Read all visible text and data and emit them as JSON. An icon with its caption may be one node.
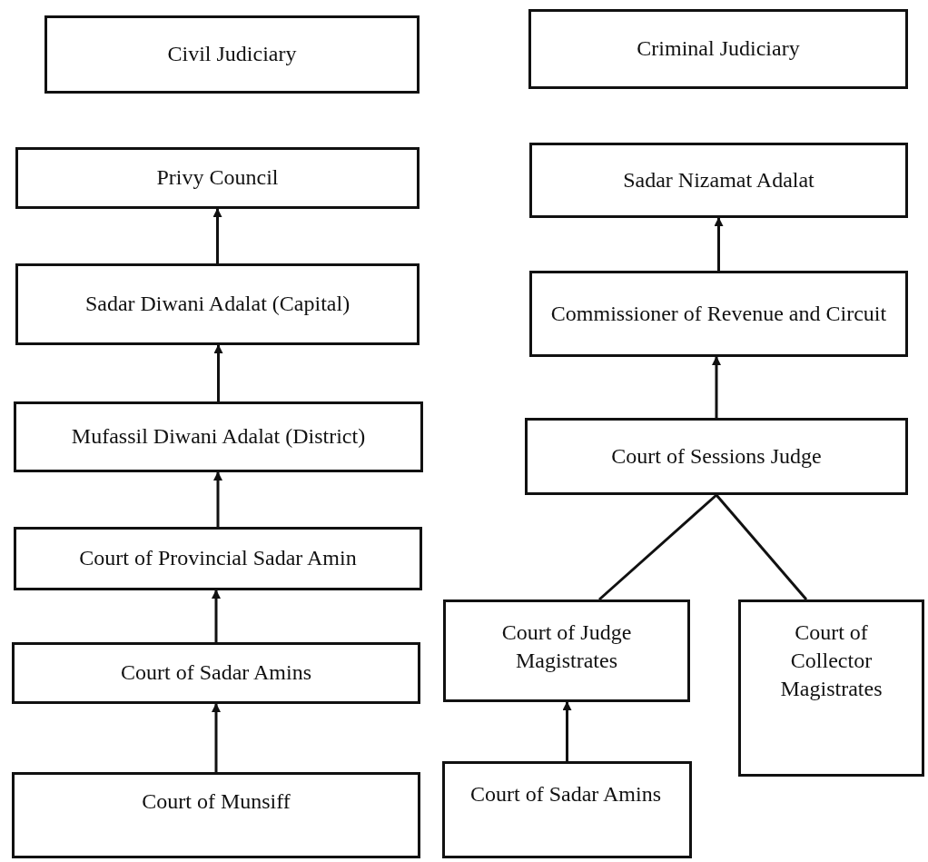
{
  "diagram": {
    "nodes": [
      {
        "text": [
          "Civil Judiciary"
        ]
      },
      {
        "text": [
          "Privy Council"
        ]
      },
      {
        "text": [
          "Sadar Diwani Adalat (Capital)"
        ]
      },
      {
        "text": [
          "Mufassil Diwani Adalat (District)"
        ]
      },
      {
        "text": [
          "Court of Provincial Sadar Amin"
        ]
      },
      {
        "text": [
          "Court of Sadar Amins"
        ]
      },
      {
        "text": [
          "Court of Munsiff"
        ]
      },
      {
        "text": [
          "Criminal Judiciary"
        ]
      },
      {
        "text": [
          "Sadar Nizamat Adalat"
        ]
      },
      {
        "text": [
          "Commissioner of Revenue and Circuit"
        ]
      },
      {
        "text": [
          "Court of Sessions Judge"
        ]
      },
      {
        "text": [
          "Court of Judge Magistrates"
        ]
      },
      {
        "text": [
          "Court of Collector Magistrates"
        ]
      },
      {
        "text": [
          "Court of Sadar Amins"
        ]
      }
    ],
    "edges": [
      {
        "from": 2,
        "to": 1,
        "arrow": "to"
      },
      {
        "from": 3,
        "to": 2,
        "arrow": "to"
      },
      {
        "from": 4,
        "to": 3,
        "arrow": "to"
      },
      {
        "from": 5,
        "to": 4,
        "arrow": "to"
      },
      {
        "from": 6,
        "to": 5,
        "arrow": "to"
      },
      {
        "from": 9,
        "to": 8,
        "arrow": "to"
      },
      {
        "from": 10,
        "to": 9,
        "arrow": "to"
      },
      {
        "from": 11,
        "to": 10,
        "arrow": "none"
      },
      {
        "from": 12,
        "to": 10,
        "arrow": "none"
      },
      {
        "from": 13,
        "to": 11,
        "arrow": "to"
      }
    ]
  }
}
